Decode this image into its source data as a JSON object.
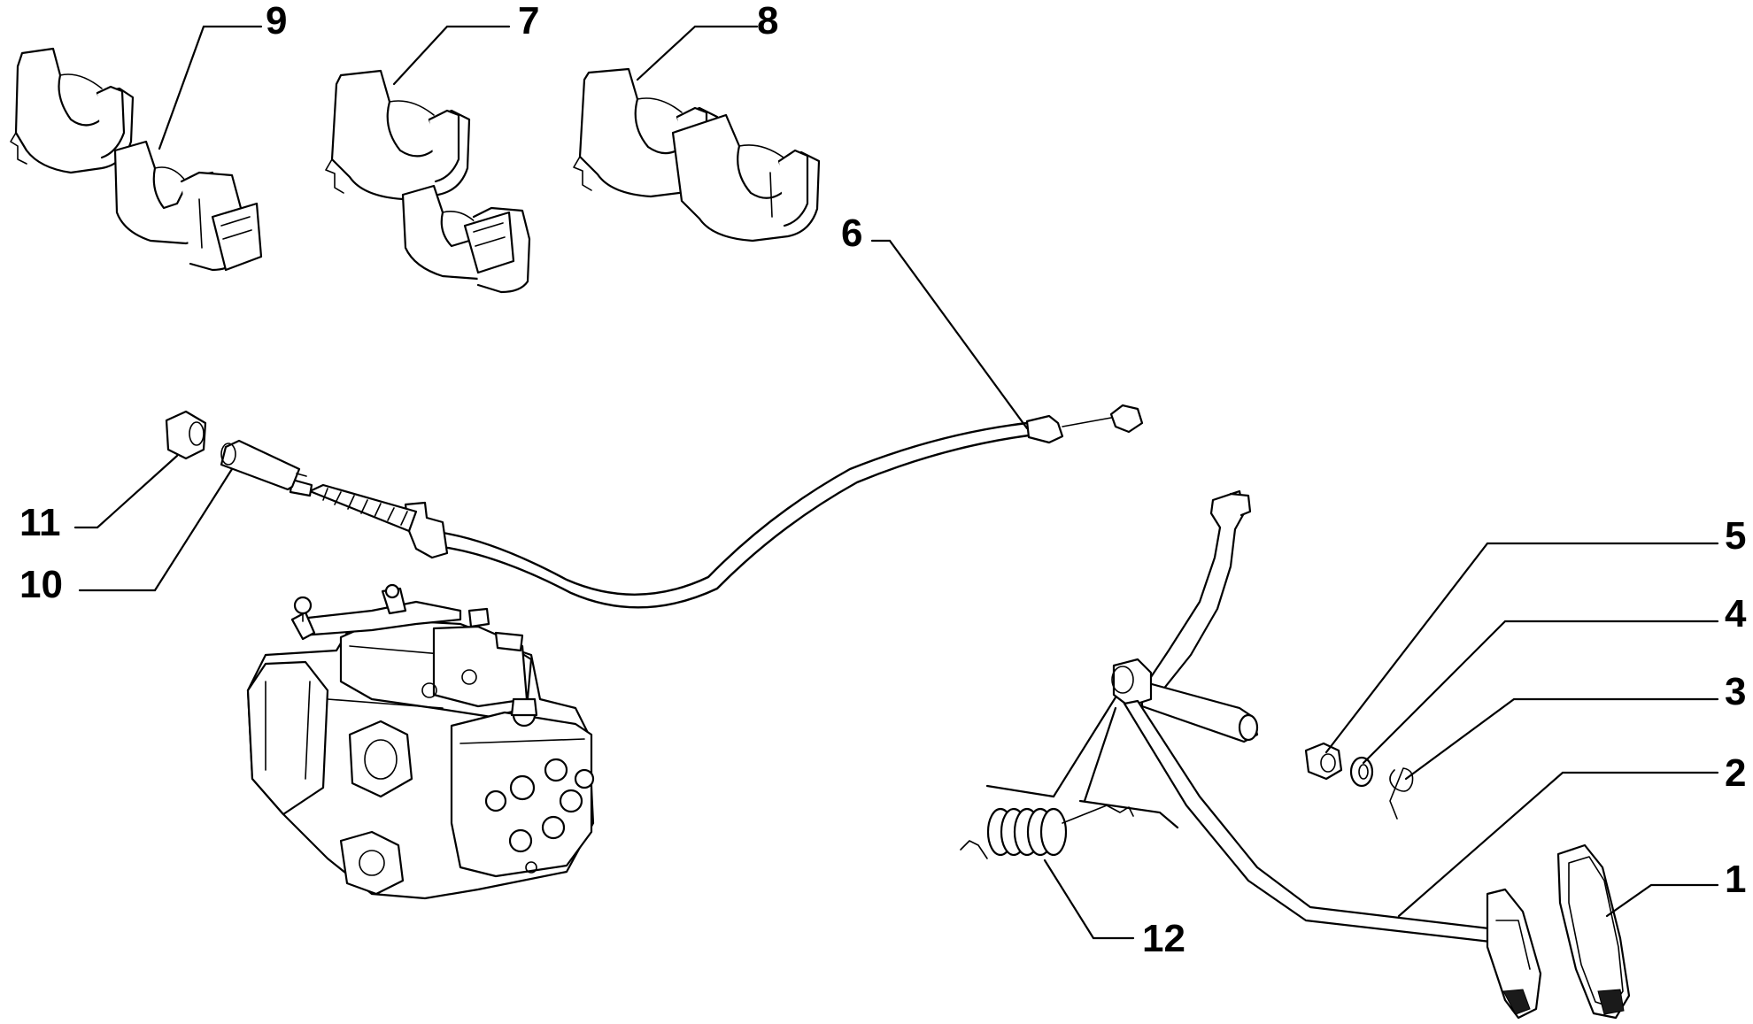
{
  "callouts": {
    "c9": "9",
    "c7": "7",
    "c8": "8",
    "c6": "6",
    "c11": "11",
    "c10": "10",
    "c5": "5",
    "c4": "4",
    "c3": "3",
    "c2": "2",
    "c1": "1",
    "c12": "12"
  },
  "colors": {
    "ink": "#000000",
    "paper": "#ffffff"
  }
}
